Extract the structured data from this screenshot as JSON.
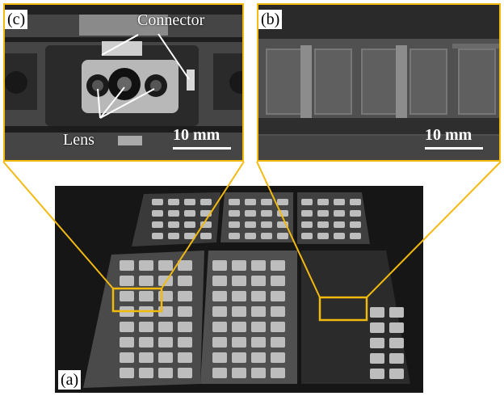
{
  "panels": {
    "c": {
      "label": "(c)",
      "annotation_top": "Connector",
      "annotation_bottom": "Lens",
      "scale": "10 mm"
    },
    "b": {
      "label": "(b)",
      "scale": "10 mm"
    },
    "a": {
      "label": "(a)"
    }
  },
  "colors": {
    "highlight": "#f2b90f",
    "scale_bar": "#ffffff"
  }
}
